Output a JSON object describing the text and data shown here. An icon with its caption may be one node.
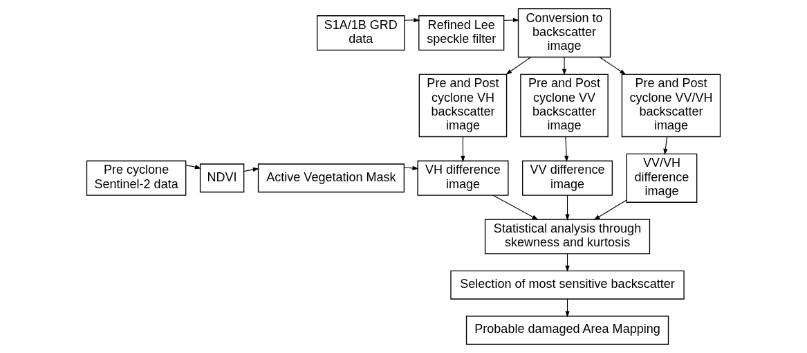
{
  "diagram": {
    "nodes": [
      {
        "text": [
          "S1A/1B GRD data"
        ]
      },
      {
        "text": [
          "Refined Lee speckle filter"
        ]
      },
      {
        "text": [
          "Conversion to backscatter image"
        ]
      },
      {
        "text": [
          "Pre and Post cyclone VH backscatter image"
        ]
      },
      {
        "text": [
          "Pre and Post cyclone VV backscatter image"
        ]
      },
      {
        "text": [
          "Pre and Post cyclone VV/VH backscatter image"
        ]
      },
      {
        "text": [
          "Pre cyclone Sentinel-2 data"
        ]
      },
      {
        "text": [
          "NDVI"
        ]
      },
      {
        "text": [
          "Active Vegetation Mask"
        ]
      },
      {
        "text": [
          "VH difference image"
        ]
      },
      {
        "text": [
          "VV difference image"
        ]
      },
      {
        "text": [
          "VV/VH difference image"
        ]
      },
      {
        "text": [
          "Statistical analysis through skewness and kurtosis"
        ]
      },
      {
        "text": [
          "Selection of most sensitive backscatter"
        ]
      },
      {
        "text": [
          "Probable damaged Area Mapping"
        ]
      }
    ],
    "edges": [
      {
        "from": 0,
        "to": 1,
        "arrow": "to"
      },
      {
        "from": 1,
        "to": 2,
        "arrow": "to"
      },
      {
        "from": 2,
        "to": 3,
        "arrow": "to"
      },
      {
        "from": 2,
        "to": 4,
        "arrow": "to"
      },
      {
        "from": 2,
        "to": 5,
        "arrow": "to"
      },
      {
        "from": 3,
        "to": 9,
        "arrow": "to"
      },
      {
        "from": 4,
        "to": 10,
        "arrow": "to"
      },
      {
        "from": 5,
        "to": 11,
        "arrow": "to"
      },
      {
        "from": 6,
        "to": 7,
        "arrow": "to"
      },
      {
        "from": 7,
        "to": 8,
        "arrow": "to"
      },
      {
        "from": 8,
        "to": 9,
        "arrow": "to"
      },
      {
        "from": 9,
        "to": 12,
        "arrow": "to"
      },
      {
        "from": 10,
        "to": 12,
        "arrow": "to"
      },
      {
        "from": 11,
        "to": 12,
        "arrow": "to"
      },
      {
        "from": 12,
        "to": 13,
        "arrow": "to"
      },
      {
        "from": 13,
        "to": 14,
        "arrow": "to"
      }
    ]
  }
}
